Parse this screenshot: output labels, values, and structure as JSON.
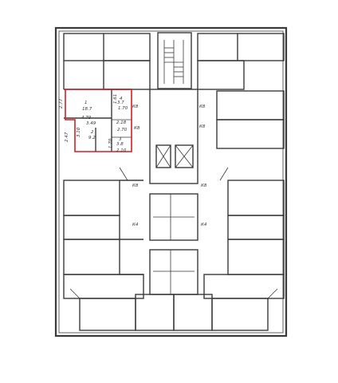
{
  "plan": {
    "highlight_color": "#d21f26",
    "wall_color": "#3a3a3a",
    "room_labels": {
      "room_main_number": "1",
      "room_main_area": "18.7",
      "room_kitchen_number": "2",
      "room_kitchen_area": "9.2",
      "room_bath_number": "3",
      "room_bath_area": "3.8",
      "room_hall_number": "4",
      "room_hall_area": "3.7"
    },
    "dimensions": {
      "d_top_width": "4.79",
      "d_mid_width": "3.49",
      "d_left_height": "2.77",
      "d_left_height2": "2.47",
      "d_kitchen_width": "3.10",
      "d_hall_width": "1.70",
      "d_bath_width": "2.18",
      "d_bath_height": "1.70",
      "d_bath_height2": "2.10",
      "d_hall_depth": "2.70",
      "d_vert_small": "1.61"
    },
    "marks": {
      "corridor_mark": "К8",
      "shaft_mark": "К4"
    }
  }
}
